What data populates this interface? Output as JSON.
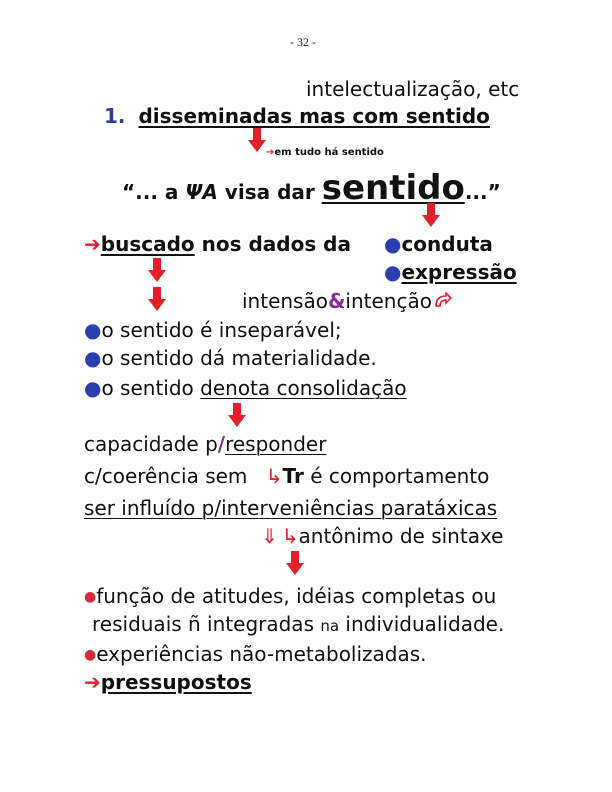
{
  "page_number": "- 32 -",
  "line1": "intelectualização, etc",
  "item1": {
    "number": "1.",
    "text": "disseminadas mas com sentido"
  },
  "note_small": "em tudo há sentido",
  "quote": {
    "open": "“... a ",
    "psi": "ΨA",
    "mid": " visa dar ",
    "word": "sentido",
    "close": "...”"
  },
  "buscado": {
    "word": "buscado",
    "rest": " nos dados da "
  },
  "conduta": "conduta",
  "expressao": "expressão",
  "intensao": {
    "a": "intensão",
    "amp": "&",
    "b": "intenção"
  },
  "bullets1": [
    "o sentido é inseparável;",
    "o sentido dá materialidade."
  ],
  "bullet3": {
    "a": "o sentido ",
    "b": "denota consolidação"
  },
  "capacidade": {
    "a": "capacidade p",
    "slash": "/",
    "b": "responder"
  },
  "coerencia": {
    "a": "c/coerência sem",
    "tr": "Tr",
    "b": " é comportamento"
  },
  "influido": "ser influído p/interveniências paratáxicas",
  "antonimo": "antônimo de sintaxe",
  "funcao": {
    "line1": "função de atitudes, idéias completas ou",
    "line2a": "residuais ñ integradas ",
    "na": "na",
    "line2b": " individualidade."
  },
  "experiencias": "experiências não-metabolizadas.",
  "pressupostos": "pressupostos",
  "colors": {
    "red": "#e0202a",
    "purple": "#8a2a9a",
    "blue": "#2a3f9a"
  }
}
